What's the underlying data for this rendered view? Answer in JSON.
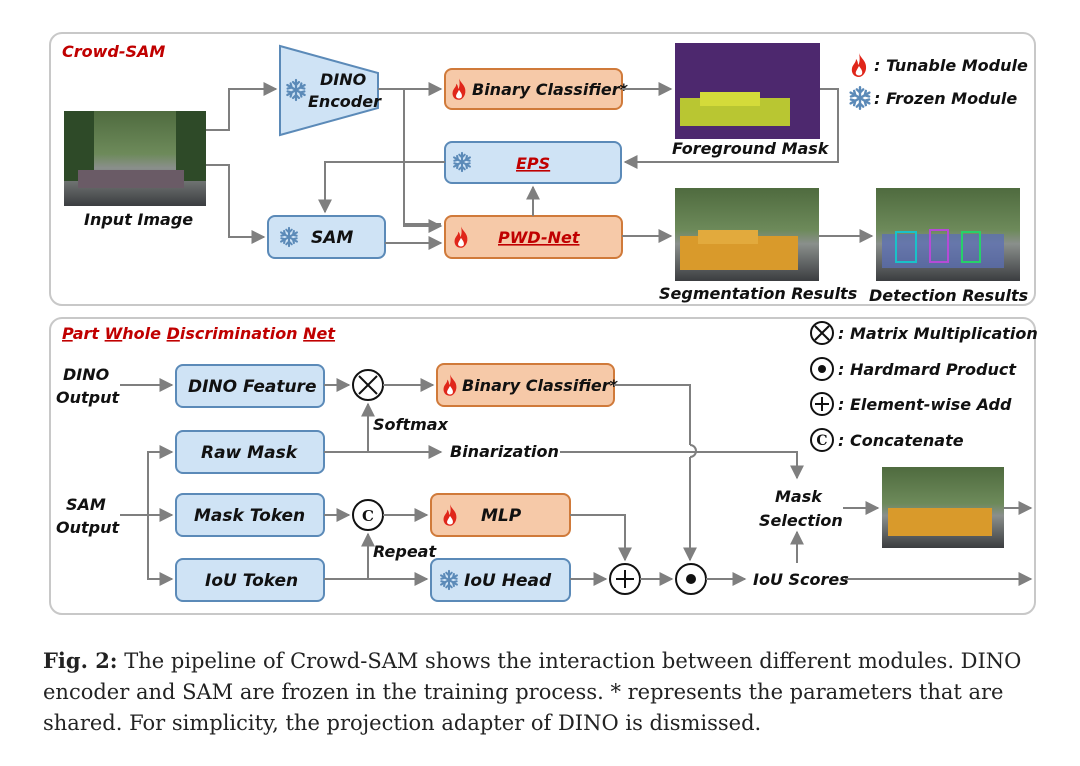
{
  "top_panel": {
    "title": "Crowd-SAM",
    "input_image_label": "Input Image",
    "dino_encoder_line1": "DINO",
    "dino_encoder_line2": "Encoder",
    "sam_label": "SAM",
    "binary_classifier_label": "Binary Classifier*",
    "eps_label": "EPS",
    "pwd_net_label": "PWD-Net",
    "foreground_mask_label": "Foreground Mask",
    "segmentation_results_label": "Segmentation Results",
    "detection_results_label": "Detection Results"
  },
  "legend_top": [
    {
      "icon": "flame-icon",
      "text": ": Tunable Module"
    },
    {
      "icon": "snowflake-icon",
      "text": ": Frozen Module"
    }
  ],
  "bottom_panel": {
    "title_parts": [
      {
        "text": "P",
        "underline": true
      },
      {
        "text": "art ",
        "underline": false
      },
      {
        "text": "W",
        "underline": true
      },
      {
        "text": "hole ",
        "underline": false
      },
      {
        "text": "D",
        "underline": true
      },
      {
        "text": "iscrimination ",
        "underline": false
      },
      {
        "text": "Net",
        "underline": true
      }
    ],
    "dino_output_line1": "DINO",
    "dino_output_line2": "Output",
    "sam_output_line1": "SAM",
    "sam_output_line2": "Output",
    "dino_feature_label": "DINO Feature",
    "raw_mask_label": "Raw Mask",
    "mask_token_label": "Mask Token",
    "iou_token_label": "IoU Token",
    "binary_classifier_label": "Binary Classifier*",
    "mlp_label": "MLP",
    "iou_head_label": "IoU Head",
    "softmax_label": "Softmax",
    "binarization_label": "Binarization",
    "repeat_label": "Repeat",
    "mask_selection_line1": "Mask",
    "mask_selection_line2": "Selection",
    "iou_scores_label": "IoU Scores",
    "concat_symbol": "C"
  },
  "legend_bottom": [
    {
      "symbol": "matrix-multiplication-symbol",
      "text": ": Matrix Multiplication"
    },
    {
      "symbol": "hadamard-product-symbol",
      "text": ": Hardmard Product"
    },
    {
      "symbol": "element-add-symbol",
      "text": ": Element-wise Add"
    },
    {
      "symbol": "concatenate-symbol",
      "text": ": Concatenate",
      "glyph": "C"
    }
  ],
  "colors": {
    "frozen_fill": "#cfe3f5",
    "frozen_stroke": "#5b8ab8",
    "tunable_fill": "#f6c9a8",
    "tunable_stroke": "#d07a3a",
    "accent_red": "#c00000",
    "arrow": "#7f7f7f"
  },
  "caption": {
    "fig_label": "Fig. 2:",
    "text": "The pipeline of Crowd-SAM shows the interaction between different modules. DINO encoder and SAM are frozen in the training process. * represents the parameters that are shared. For simplicity, the projection adapter of DINO is dismissed."
  }
}
